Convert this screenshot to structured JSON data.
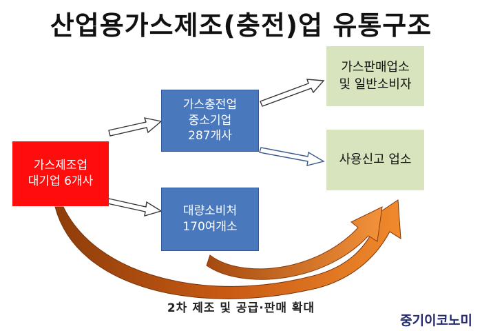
{
  "title": "산업용가스제조(충전)업 유통구조",
  "nodes": {
    "manufacturer": {
      "lines": [
        "가스제조업",
        "대기업 6개사"
      ],
      "color": "#ff0d0d"
    },
    "charger": {
      "lines": [
        "가스충전업",
        "중소기업",
        "287개사"
      ],
      "color": "#4a78bd"
    },
    "bulk_consumer": {
      "lines": [
        "대량소비처",
        "170여개소"
      ],
      "color": "#4a78bd"
    },
    "retailer": {
      "lines": [
        "가스판매업소",
        "및 일반소비자"
      ],
      "color": "#d7e4bd"
    },
    "registered_user": {
      "lines": [
        "사용신고 업소"
      ],
      "color": "#d7e4bd"
    }
  },
  "caption": "2차 제조 및 공급·판매 확대",
  "brand": "중기이코노미",
  "colors": {
    "arrow_orange": "#e5731c",
    "arrow_dark": "#a84a0f"
  }
}
